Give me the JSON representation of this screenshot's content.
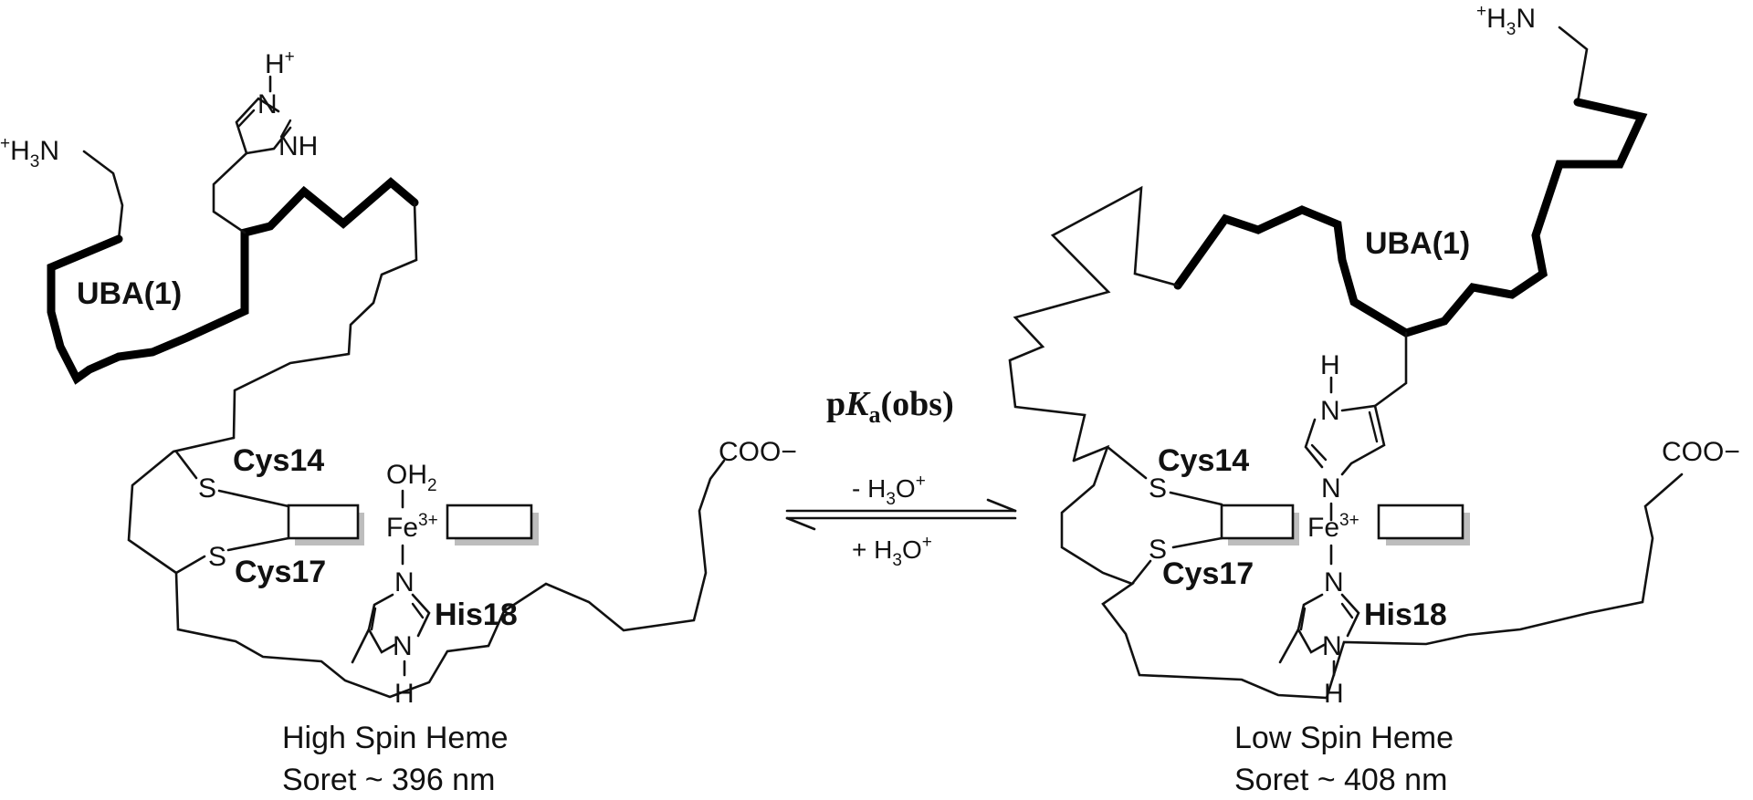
{
  "left_state": {
    "amine": "+H3N",
    "imidazolium_top": "H+",
    "imidazolium_nh": "NH",
    "domain_label": "UBA(1)",
    "cys_a": "Cys14",
    "cys_b": "Cys17",
    "sulfur": "S",
    "axial_ligand": "OH2",
    "iron": "Fe3+",
    "his_label": "His18",
    "his_n": "N",
    "his_h": "H",
    "carboxylate": "COO−",
    "caption_line1": "High Spin Heme",
    "caption_line2": "Soret ~ 396 nm"
  },
  "equilibrium": {
    "title": "pKa(obs)",
    "forward": "- H3O+",
    "reverse": "+ H3O+"
  },
  "right_state": {
    "amine": "+H3N",
    "domain_label": "UBA(1)",
    "cys_a": "Cys14",
    "cys_b": "Cys17",
    "sulfur": "S",
    "iron": "Fe3+",
    "his_label": "His18",
    "his_n": "N",
    "his_h": "H",
    "imid_h": "H",
    "carboxylate": "COO−",
    "caption_line1": "Low Spin Heme",
    "caption_line2": "Soret ~ 408 nm"
  },
  "colors": {
    "ink": "#111111",
    "heme_shadow": "#bdbdbd",
    "background": "#ffffff"
  }
}
